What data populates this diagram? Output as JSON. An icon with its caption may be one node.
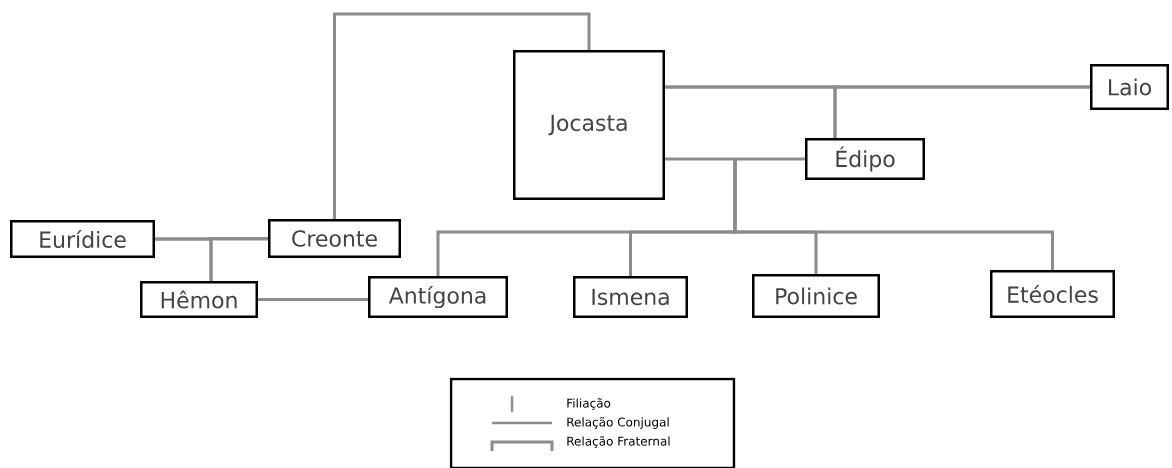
{
  "diagram": {
    "nodes": [
      {
        "text": [
          "Eurídice"
        ]
      },
      {
        "text": [
          "Creonte"
        ]
      },
      {
        "text": [
          "Jocasta"
        ]
      },
      {
        "text": [
          "Laio"
        ]
      },
      {
        "text": [
          "Édipo"
        ]
      },
      {
        "text": [
          "Hêmon"
        ]
      },
      {
        "text": [
          "Antígona"
        ]
      },
      {
        "text": [
          "Ismena"
        ]
      },
      {
        "text": [
          "Polinice"
        ]
      },
      {
        "text": [
          "Etéocles"
        ]
      }
    ],
    "edges": [
      {
        "from": 1,
        "to": 2,
        "arrow": "none"
      },
      {
        "from": 0,
        "to": 1,
        "arrow": "none"
      },
      {
        "from": 0,
        "to": 5,
        "arrow": "none"
      },
      {
        "from": 1,
        "to": 5,
        "arrow": "none"
      },
      {
        "from": 2,
        "to": 3,
        "arrow": "none"
      },
      {
        "from": 2,
        "to": 4,
        "arrow": "none"
      },
      {
        "from": 3,
        "to": 4,
        "arrow": "none"
      },
      {
        "from": 4,
        "to": 2,
        "arrow": "none"
      },
      {
        "from": 2,
        "to": 6,
        "arrow": "none"
      },
      {
        "from": 4,
        "to": 6,
        "arrow": "none"
      },
      {
        "from": 2,
        "to": 7,
        "arrow": "none"
      },
      {
        "from": 4,
        "to": 7,
        "arrow": "none"
      },
      {
        "from": 2,
        "to": 8,
        "arrow": "none"
      },
      {
        "from": 4,
        "to": 8,
        "arrow": "none"
      },
      {
        "from": 2,
        "to": 9,
        "arrow": "none"
      },
      {
        "from": 4,
        "to": 9,
        "arrow": "none"
      },
      {
        "from": 5,
        "to": 6,
        "arrow": "none"
      }
    ],
    "legend": [
      {
        "text": "Filiação"
      },
      {
        "text": "Relação Conjugal"
      },
      {
        "text": "Relação Fraternal"
      }
    ]
  }
}
